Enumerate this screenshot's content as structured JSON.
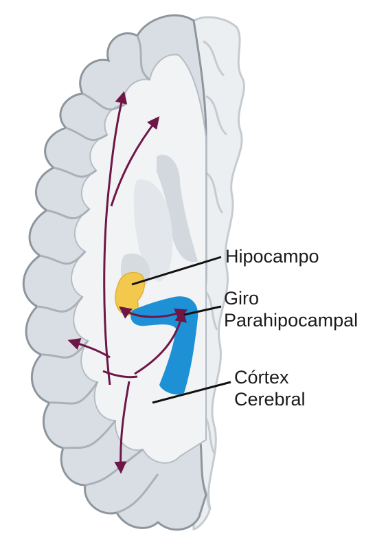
{
  "labels": {
    "hippocampus": "Hipocampo",
    "parahippocampal_line1": "Giro",
    "parahippocampal_line2": "Parahipocampal",
    "cortex_line1": "Córtex",
    "cortex_line2": "Cerebral"
  },
  "colors": {
    "cortex_fill": "#d9dee4",
    "cortex_outline": "#8d959d",
    "white_matter": "#f1f3f5",
    "hippocampus": "#f2c94c",
    "parahippocampal_gyrus": "#1e90d6",
    "pathway_arrows": "#6e1646",
    "leader_lines": "#111111"
  }
}
